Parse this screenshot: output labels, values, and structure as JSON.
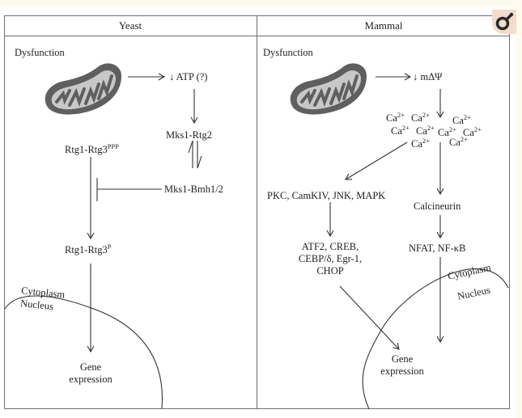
{
  "panels": {
    "yeast": {
      "title": "Yeast",
      "dysfunction": "Dysfunction",
      "atp": "↓ ATP (?)",
      "mks1_rtg2": "Mks1-Rtg2",
      "mks1_bmh": "Mks1-Bmh1/2",
      "rtg_ppp_base": "Rtg1-Rtg3",
      "rtg_ppp_sup": "PPP",
      "rtg_p_base": "Rtg1-Rtg3",
      "rtg_p_sup": "P",
      "cytoplasm": "Cytoplasm",
      "nucleus": "Nucleus",
      "gene_line1": "Gene",
      "gene_line2": "expression"
    },
    "mammal": {
      "title": "Mammal",
      "dysfunction": "Dysfunction",
      "membrane_potential": "↓ mΔΨ",
      "calcium_base": "Ca",
      "calcium_sup": "2+",
      "kinases": "PKC, CamKIV, JNK, MAPK",
      "calcineurin": "Calcineurin",
      "tf_line1": "ATF2, CREB,",
      "tf_line2": "CEBP/δ, Egr-1,",
      "tf_line3": "CHOP",
      "nfat": "NFAT, NF-κB",
      "cytoplasm": "Cytoplasm",
      "nucleus": "Nucleus",
      "gene_line1": "Gene",
      "gene_line2": "expression"
    }
  },
  "colors": {
    "mito_outer": "#5f5f5f",
    "mito_inner": "#c8c8c8",
    "line": "#333333",
    "zoom_badge": "#f3dccb"
  },
  "zoom_button": {
    "icon": "magnifier-icon"
  }
}
